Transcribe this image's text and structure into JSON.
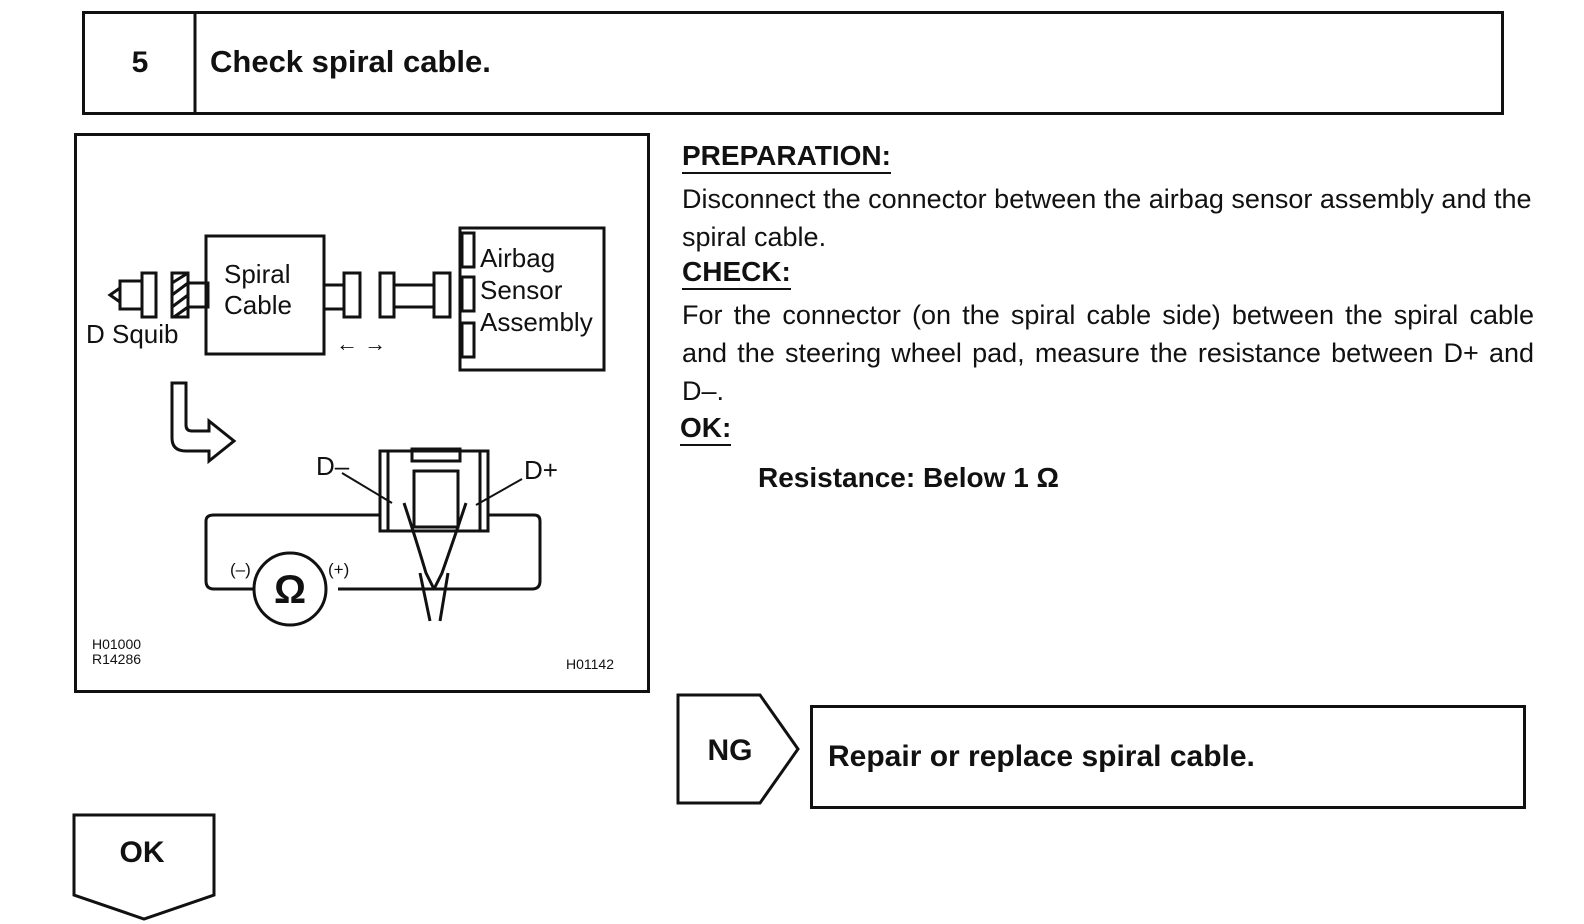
{
  "header": {
    "step_number": "5",
    "title": "Check spiral cable."
  },
  "diagram": {
    "label_spiral": "Spiral",
    "label_cable": "Cable",
    "label_airbag": "Airbag",
    "label_sensor": "Sensor",
    "label_assembly": "Assembly",
    "label_d_squib": "D Squib",
    "arrows": "← →",
    "label_d_minus": "D–",
    "label_d_plus": "D+",
    "ohm_symbol": "Ω",
    "probe_minus": "(–)",
    "probe_plus": "(+)",
    "code_1": "H01000",
    "code_2": "R14286",
    "code_3": "H01142"
  },
  "instructions": {
    "preparation_label": "PREPARATION:",
    "preparation_text": "Disconnect the connector between the airbag sensor assembly and the spiral cable.",
    "check_label": "CHECK:",
    "check_text": "For the connector (on the spiral cable side) between the spiral cable and the steering wheel pad, measure the resistance between D+ and D–.",
    "ok_label": "OK:",
    "ok_spec": "Resistance: Below 1 Ω"
  },
  "result_ng": {
    "label": "NG",
    "action": "Repair or replace spiral cable."
  },
  "result_ok": {
    "label": "OK"
  }
}
